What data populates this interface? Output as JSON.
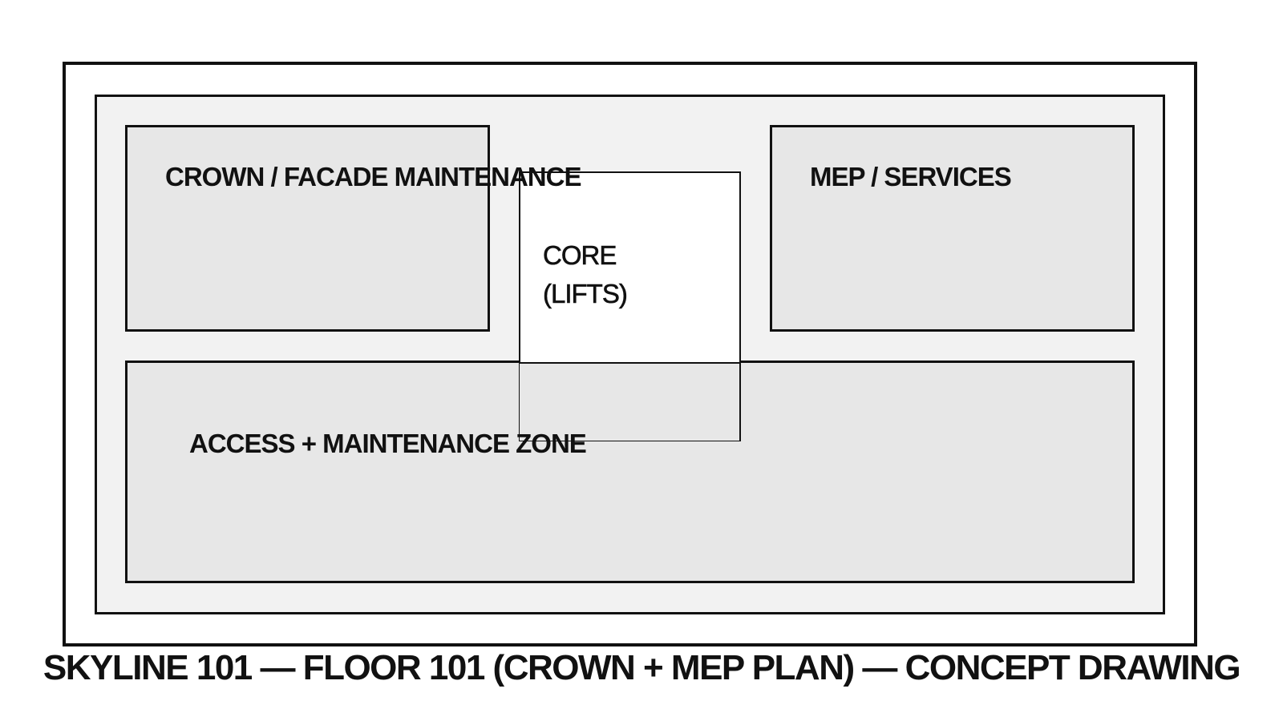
{
  "zones": {
    "crown": "CROWN / FACADE MAINTENANCE",
    "mep": "MEP / SERVICES",
    "access": "ACCESS + MAINTENANCE ZONE",
    "core_line1": "CORE",
    "core_line2": "(LIFTS)"
  },
  "caption": "SKYLINE 101 — FLOOR 101 (CROWN + MEP PLAN) — CONCEPT DRAWING",
  "colors": {
    "line": "#111111",
    "inner_fill": "#f2f2f2",
    "zone_fill": "#e7e7e7",
    "core_fill": "#ffffff"
  }
}
